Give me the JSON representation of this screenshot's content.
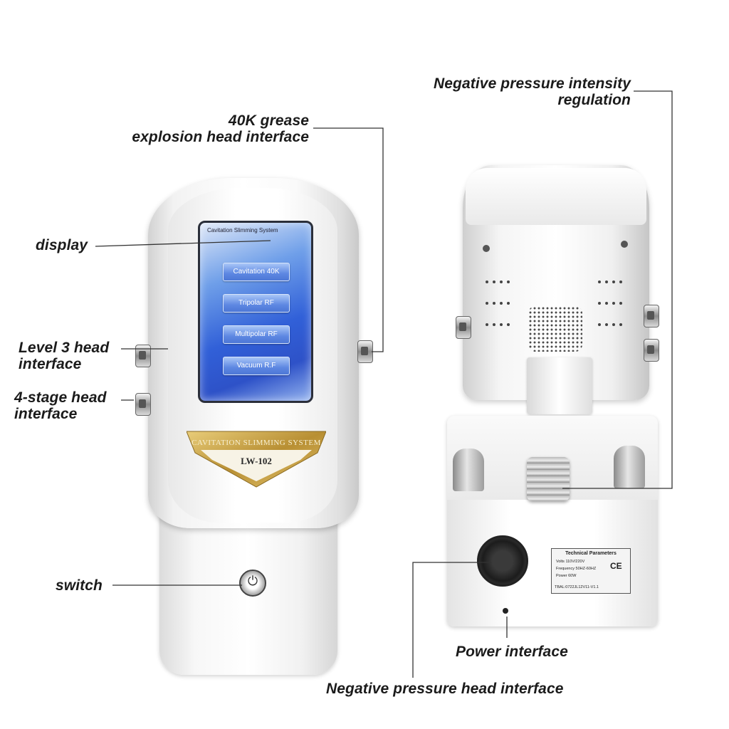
{
  "labels": {
    "grease_head": [
      "40K grease",
      "explosion head interface"
    ],
    "display": "display",
    "level3": [
      "Level 3 head",
      "interface"
    ],
    "stage4": [
      "4-stage head",
      "interface"
    ],
    "switch": "switch",
    "neg_pressure_reg": [
      "Negative pressure intensity",
      "regulation"
    ],
    "power": "Power interface",
    "neg_pressure_head": "Negative pressure head interface"
  },
  "screen": {
    "title": "Cavitation Slimming System",
    "buttons": [
      "Cavitation 40K",
      "Tripolar RF",
      "Multipolar RF",
      "Vacuum R.F"
    ]
  },
  "badge": {
    "line1": "CAVITATION SLIMMING SYSTEM",
    "line2": "LW-102"
  },
  "plate": {
    "title": "Technical Parameters",
    "rows": [
      "Volts 110V/220V",
      "Frequency 50HZ-60HZ",
      "Power 60W"
    ],
    "ce": "CE",
    "code": "TBAL:0722JL12V11-V1.1"
  },
  "icons": {
    "switch": "power-icon"
  },
  "colors": {
    "screen": "#3160d8",
    "badge_gold": "#c9a24a",
    "body": "#ffffff"
  }
}
